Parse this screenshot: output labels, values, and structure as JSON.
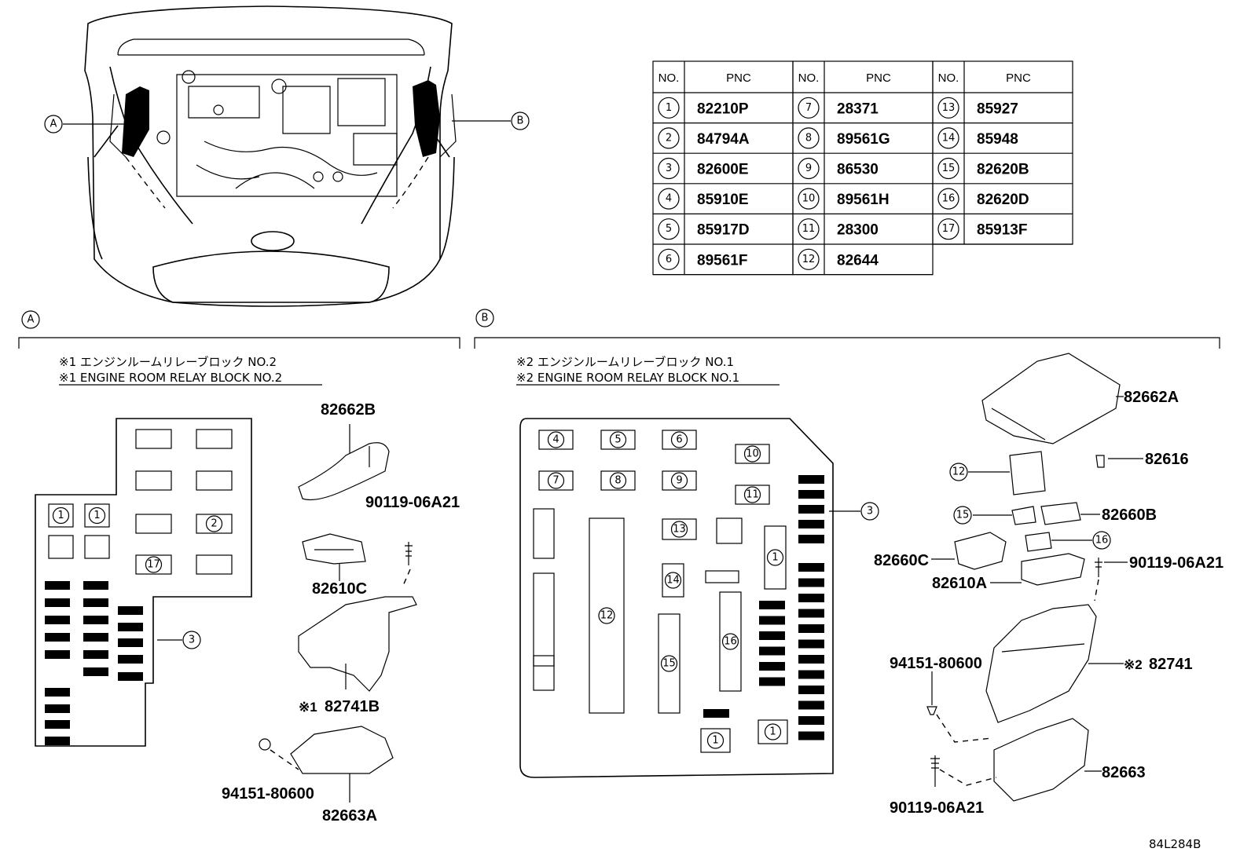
{
  "table": {
    "headers": [
      "NO.",
      "PNC"
    ],
    "rows": [
      [
        {
          "no": "1",
          "pnc": "82210P"
        },
        {
          "no": "7",
          "pnc": "28371"
        },
        {
          "no": "13",
          "pnc": "85927"
        }
      ],
      [
        {
          "no": "2",
          "pnc": "84794A"
        },
        {
          "no": "8",
          "pnc": "89561G"
        },
        {
          "no": "14",
          "pnc": "85948"
        }
      ],
      [
        {
          "no": "3",
          "pnc": "82600E"
        },
        {
          "no": "9",
          "pnc": "86530"
        },
        {
          "no": "15",
          "pnc": "82620B"
        }
      ],
      [
        {
          "no": "4",
          "pnc": "85910E"
        },
        {
          "no": "10",
          "pnc": "89561H"
        },
        {
          "no": "16",
          "pnc": "82620D"
        }
      ],
      [
        {
          "no": "5",
          "pnc": "85917D"
        },
        {
          "no": "11",
          "pnc": "28300"
        },
        {
          "no": "17",
          "pnc": "85913F"
        }
      ],
      [
        {
          "no": "6",
          "pnc": "89561F"
        },
        {
          "no": "12",
          "pnc": "82644"
        }
      ]
    ]
  },
  "views": {
    "a": {
      "marker": "A"
    },
    "b": {
      "marker": "B"
    }
  },
  "section_a": {
    "caption_jp": "※1 エンジンルームリレーブロック NO.2",
    "caption_en": "※1 ENGINE ROOM RELAY BLOCK NO.2",
    "parts": {
      "p1": "82662B",
      "p2": "90119-06A21",
      "p3": "82610C",
      "p4_mark": "※1",
      "p4": "82741B",
      "p5": "94151-80600",
      "p6": "82663A"
    },
    "box_labels": {
      "one": "1",
      "two": "2",
      "three": "3",
      "seventeen": "17"
    }
  },
  "section_b": {
    "caption_jp": "※2 エンジンルームリレーブロック NO.1",
    "caption_en": "※2 ENGINE ROOM RELAY BLOCK NO.1",
    "parts": {
      "p1": "82662A",
      "p2": "82616",
      "p3": "82660B",
      "p4": "82660C",
      "p5": "90119-06A21",
      "p6": "82610A",
      "p7": "94151-80600",
      "p8_mark": "※2",
      "p8": "82741",
      "p9": "82663",
      "p10": "90119-06A21"
    },
    "box_labels": {
      "n1": "1",
      "n3": "3",
      "n4": "4",
      "n5": "5",
      "n6": "6",
      "n7": "7",
      "n8": "8",
      "n9": "9",
      "n10": "10",
      "n11": "11",
      "n12": "12",
      "n13": "13",
      "n14": "14",
      "n15": "15",
      "n16": "16"
    }
  },
  "diagram_code": "84L284B"
}
